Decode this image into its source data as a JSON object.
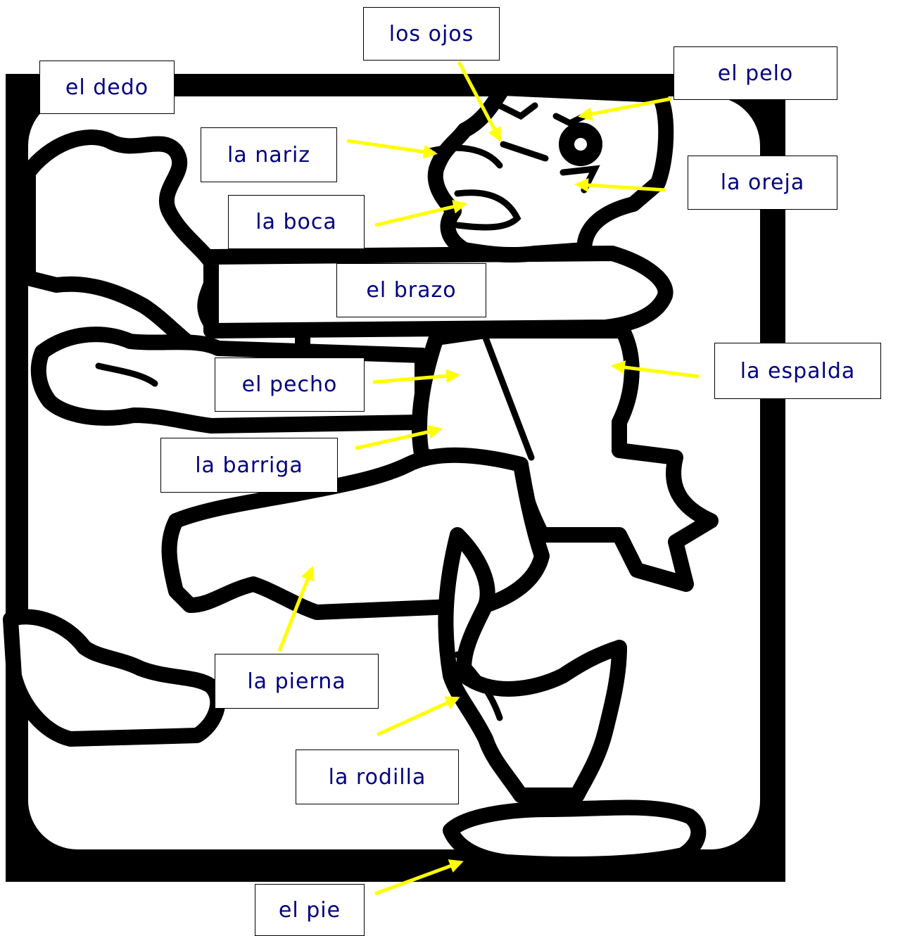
{
  "colors": {
    "ink": "#000000",
    "paper": "#ffffff",
    "arrow": "#ffff00",
    "label_text": "#000080"
  },
  "labels": {
    "el_dedo": "el dedo",
    "los_ojos": "los ojos",
    "el_pelo": "el pelo",
    "la_nariz": "la nariz",
    "la_oreja": "la oreja",
    "la_boca": "la boca",
    "el_brazo": "el brazo",
    "el_pecho": "el pecho",
    "la_espalda": "la espalda",
    "la_barriga": "la barriga",
    "la_pierna": "la pierna",
    "la_rodilla": "la rodilla",
    "el_pie": "el pie"
  }
}
